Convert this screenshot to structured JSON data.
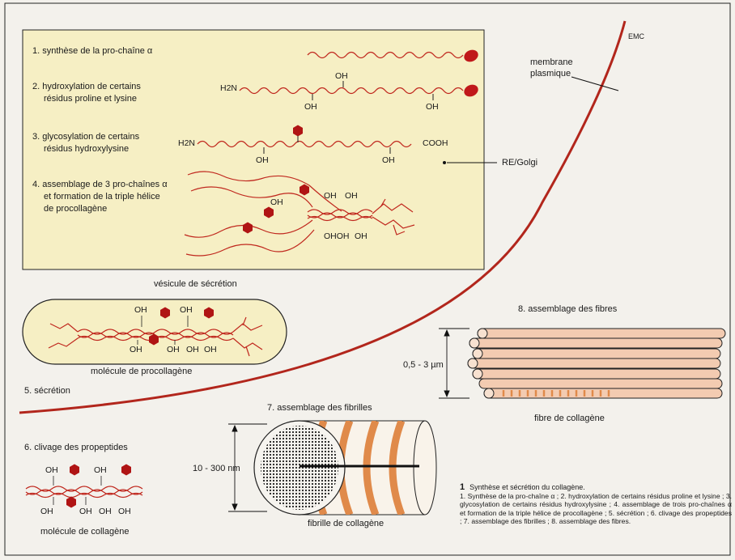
{
  "colors": {
    "background": "#f3f1ec",
    "box_fill": "#f6efc4",
    "helix_red": "#c0281e",
    "hexagon_red": "#b01414",
    "fibril_orange": "#e08a4a",
    "fiber_peach": "#f3cbb1"
  },
  "steps": {
    "s1": "1. synthèse de la pro-chaîne α",
    "s2a": "2. hydroxylation de certains",
    "s2b": "résidus proline et lysine",
    "s3a": "3. glycosylation de certains",
    "s3b": "résidus hydroxylysine",
    "s4a": "4. assemblage de 3 pro-chaînes α",
    "s4b": "et formation de la triple hélice",
    "s4c": "de procollagène",
    "s5": "5. sécrétion",
    "s6": "6. clivage des propeptides",
    "s7": "7. assemblage des fibrilles",
    "s8": "8. assemblage des fibres"
  },
  "labels": {
    "emc": "EMC",
    "membrane_1": "membrane",
    "membrane_2": "plasmique",
    "re_golgi": "RE/Golgi",
    "vesicle": "vésicule de sécrétion",
    "procollagen": "molécule de procollagène",
    "collagen_molecule": "molécule de collagène",
    "fibril": "fibrille de collagène",
    "fiber": "fibre de collagène",
    "fibril_size": "10 - 300 nm",
    "fiber_size": "0,5 - 3 µm"
  },
  "chem": {
    "oh": "OH",
    "h2n": "H2N",
    "cooh": "COOH",
    "ohohoh": "OHOH"
  },
  "caption": {
    "number": "1",
    "title": "Synthèse et sécrétion du collagène.",
    "text": "1. Synthèse de la pro-chaîne α ; 2. hydroxylation de certains résidus proline et lysine ; 3. glycosylation de certains résidus hydroxylysine ; 4. assemblage de trois pro-chaînes α et formation de la triple hélice de procollagène ; 5. sécrétion ; 6. clivage des propeptides ; 7. assemblage des fibrilles ; 8. assemblage des fibres."
  }
}
